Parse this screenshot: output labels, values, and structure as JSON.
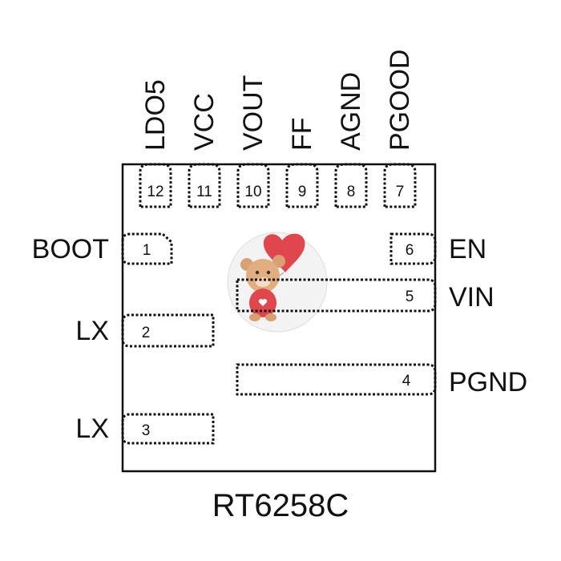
{
  "part_number": "RT6258C",
  "top_pins": [
    {
      "number": "12",
      "name": "LDO5"
    },
    {
      "number": "11",
      "name": "VCC"
    },
    {
      "number": "10",
      "name": "VOUT"
    },
    {
      "number": "9",
      "name": "FF"
    },
    {
      "number": "8",
      "name": "AGND"
    },
    {
      "number": "7",
      "name": "PGOOD"
    }
  ],
  "left_pins": [
    {
      "number": "1",
      "name": "BOOT"
    },
    {
      "number": "2",
      "name": "LX"
    },
    {
      "number": "3",
      "name": "LX"
    }
  ],
  "right_pins": [
    {
      "number": "6",
      "name": "EN"
    },
    {
      "number": "5",
      "name": "VIN"
    },
    {
      "number": "4",
      "name": "PGND"
    }
  ],
  "watermark": "teddy-bear-with-heart-balloon"
}
